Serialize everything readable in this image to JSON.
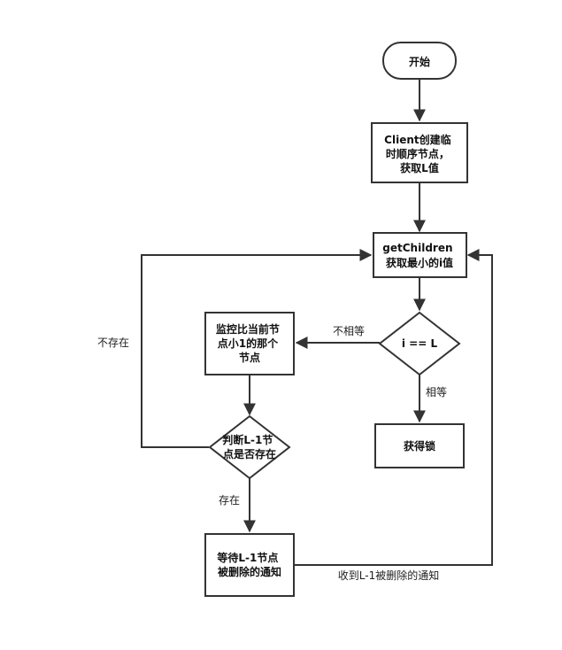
{
  "nodes": {
    "start": {
      "lines": [
        "开始"
      ]
    },
    "create_node": {
      "lines": [
        "Client创建临",
        "时顺序节点，",
        "获取L值"
      ]
    },
    "get_children": {
      "lines": [
        "getChildren",
        "获取最小的i值"
      ]
    },
    "compare": {
      "lines": [
        "i == L"
      ]
    },
    "acquire_lock": {
      "lines": [
        "获得锁"
      ]
    },
    "watch_prev": {
      "lines": [
        "监控比当前节",
        "点小1的那个",
        "节点"
      ]
    },
    "check_exists": {
      "lines": [
        "判断L-1节",
        "点是否存在"
      ]
    },
    "wait_delete": {
      "lines": [
        "等待L-1节点",
        "被删除的通知"
      ]
    }
  },
  "edge_labels": {
    "not_equal": "不相等",
    "equal": "相等",
    "exists": "存在",
    "not_exists": "不存在",
    "delete_notified": "收到L-1被删除的通知"
  }
}
